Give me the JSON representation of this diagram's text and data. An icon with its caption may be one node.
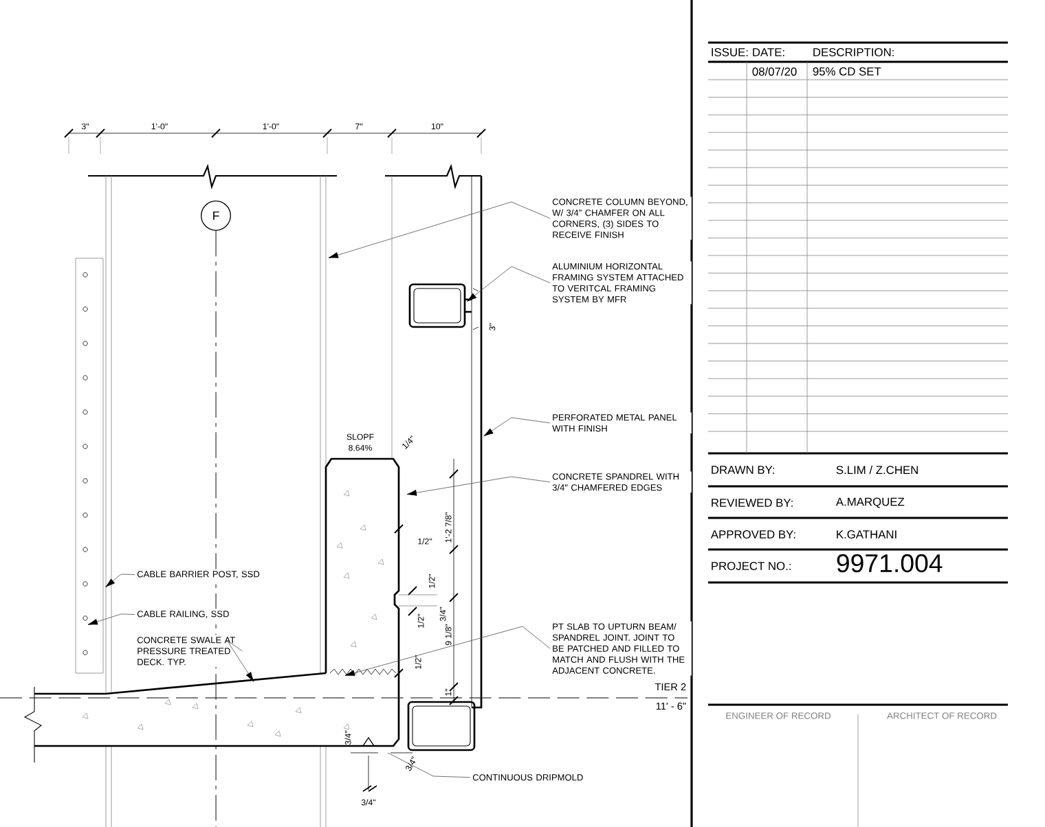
{
  "diagram": {
    "nodes": [
      {
        "text": [
          "F"
        ]
      },
      {
        "text": [
          "CONCRETE COLUMN BEYOND, W/ 3/4\" CHAMFER ON ALL CORNERS, (3) SIDES TO RECEIVE FINISH"
        ]
      },
      {
        "text": [
          "ALUMINIUM HORIZONTAL FRAMING SYSTEM ATTACHED TO VERITCAL FRAMING SYSTEM BY MFR"
        ]
      },
      {
        "text": [
          "PERFORATED METAL PANEL WITH FINISH"
        ]
      },
      {
        "text": [
          "CONCRETE SPANDREL WITH 3/4\" CHAMFERED EDGES"
        ]
      },
      {
        "text": [
          "PT SLAB TO UPTURN BEAM/ SPANDREL JOINT. JOINT TO BE PATCHED AND FILLED TO MATCH AND FLUSH WITH THE ADJACENT CONCRETE."
        ]
      },
      {
        "text": [
          "CABLE BARRIER POST, SSD"
        ]
      },
      {
        "text": [
          "CABLE RAILING, SSD"
        ]
      },
      {
        "text": [
          "CONCRETE SWALE AT PRESSURE TREATED DECK. TYP."
        ]
      },
      {
        "text": [
          "CONTINUOUS DRIPMOLD"
        ]
      }
    ],
    "edges": [
      {
        "from": 1,
        "to": null,
        "arrow": "to"
      },
      {
        "from": 2,
        "to": null,
        "arrow": "to"
      },
      {
        "from": 3,
        "to": null,
        "arrow": "to"
      },
      {
        "from": 4,
        "to": null,
        "arrow": "to"
      },
      {
        "from": 5,
        "to": null,
        "arrow": "to"
      },
      {
        "from": 6,
        "to": null,
        "arrow": "to"
      },
      {
        "from": 7,
        "to": null,
        "arrow": "to"
      },
      {
        "from": 8,
        "to": null,
        "arrow": "to"
      },
      {
        "from": 9,
        "to": null,
        "arrow": "none"
      }
    ],
    "labels": [
      "3\"",
      "1'-0\"",
      "1'-0\"",
      "7\"",
      "10\"",
      "3\"",
      "SLOPF",
      "8.64%",
      "1/4\"",
      "1'-2 7/8\"",
      "1/2\"",
      "1/2\"",
      "3/4\"",
      "1/2\"",
      "9 1/8\"",
      "1/2\"",
      "1\"",
      "TIER 2",
      "11' - 6\"",
      "3/4\"",
      "3/4\"",
      "3/4\"",
      "ISSUE:",
      "DATE:",
      "DESCRIPTION:",
      "08/07/20",
      "95% CD SET",
      "DRAWN BY:",
      "S.LIM / Z.CHEN",
      "REVIEWED BY:",
      "A.MARQUEZ",
      "APPROVED BY:",
      "K.GATHANI",
      "PROJECT NO.:",
      "9971.004",
      "ENGINEER OF RECORD",
      "ARCHITECT OF RECORD"
    ]
  }
}
